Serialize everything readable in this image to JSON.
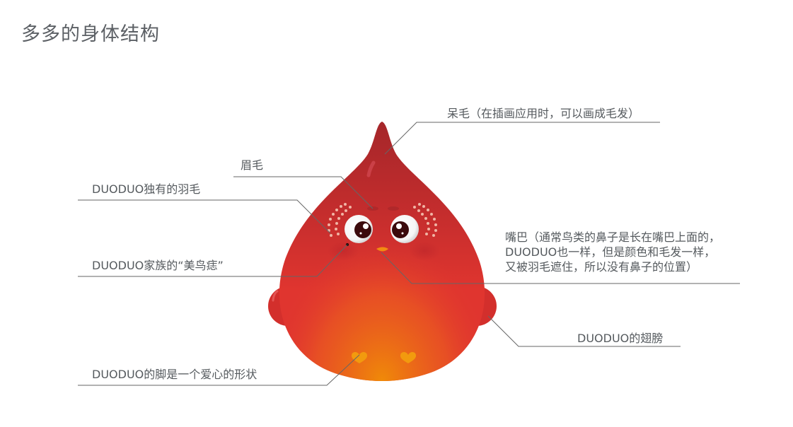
{
  "page": {
    "title": "多多的身体结构"
  },
  "annotations": {
    "tuft": "呆毛（在插画应用时，可以画成毛发）",
    "eyebrow": "眉毛",
    "feathers": "DUODUO独有的羽毛",
    "mole": "DUODUO家族的“美鸟痣”",
    "beak": {
      "line1": "嘴巴（通常鸟类的鼻子是长在嘴巴上面的，",
      "line2": "DUODUO也一样，但是颜色和毛发一样，",
      "line3": "又被羽毛遮住，所以没有鼻子的位置）"
    },
    "wings": "DUODUO的翅膀",
    "feet": "DUODUO的脚是一个爱心的形状"
  },
  "colors": {
    "body_top": "#a8262a",
    "body_mid": "#e0332e",
    "body_bottom": "#f08a0a",
    "wing": "#d32f2c",
    "beak": "#f28a12",
    "feet": "#f29a0e",
    "feather_dots": "#f0b0a0",
    "leader_line": "#666666",
    "text": "#555a5e"
  }
}
